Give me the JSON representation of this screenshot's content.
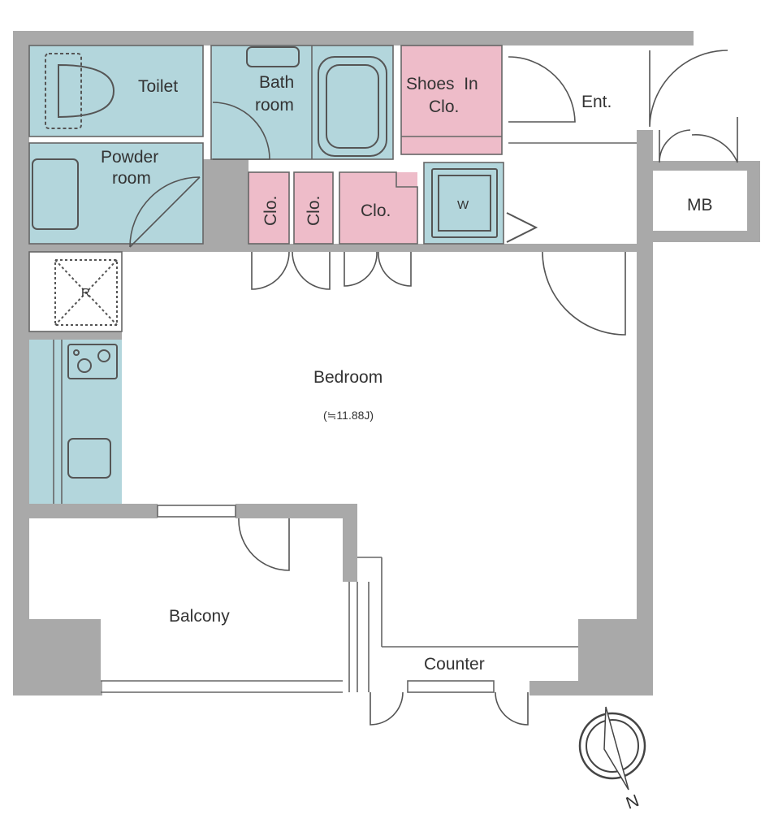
{
  "colors": {
    "wall": "#a9a9a9",
    "wet": "#b3d6dc",
    "storage": "#eebcc9",
    "floor": "#ffffff",
    "line": "#555555"
  },
  "rooms": {
    "toilet": "Toilet",
    "bath_line1": "Bath",
    "bath_line2": "room",
    "powder_line1": "Powder",
    "powder_line2": "room",
    "shoes_line1": "Shoes  In",
    "shoes_line2": "Clo.",
    "entrance": "Ent.",
    "mb": "MB",
    "clo_a": "Clo.",
    "clo_b": "Clo.",
    "clo_c": "Clo.",
    "washer": "W",
    "fridge": "R",
    "bedroom": "Bedroom",
    "bedroom_size": "(≒11.88J)",
    "balcony": "Balcony",
    "counter": "Counter"
  },
  "compass": {
    "label": "N",
    "icon": "north-arrow-icon"
  }
}
